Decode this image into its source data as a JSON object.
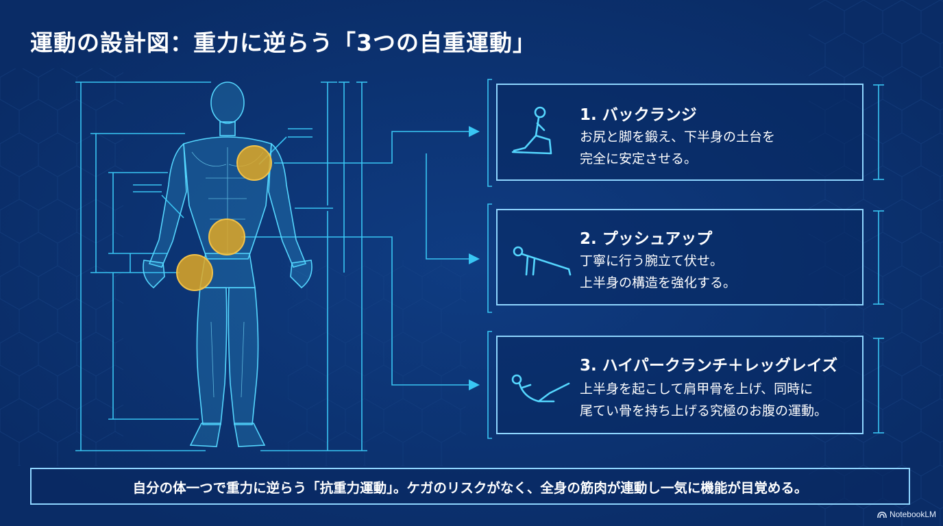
{
  "title": "運動の設計図：重力に逆らう「3つの自重運動」",
  "exercises": [
    {
      "title": "1. バックランジ",
      "desc_line1": "お尻と脚を鍛え、下半身の土台を",
      "desc_line2": "完全に安定させる。",
      "icon": "lunge-icon"
    },
    {
      "title": "2. プッシュアップ",
      "desc_line1": "丁寧に行う腕立て伏せ。",
      "desc_line2": "上半身の構造を強化する。",
      "icon": "pushup-icon"
    },
    {
      "title": "3. ハイパークランチ＋レッグレイズ",
      "desc_line1": "上半身を起こして肩甲骨を上げ、同時に",
      "desc_line2": "尾てい骨を持ち上げる究極のお腹の運動。",
      "icon": "crunch-icon"
    }
  ],
  "footer": "自分の体一つで重力に逆らう「抗重力運動」。ケガのリスクがなく、全身の筋肉が連動し一気に機能が目覚める。",
  "brand": "NotebookLM",
  "colors": {
    "background": "#0b3270",
    "line": "#39c6f4",
    "card_border": "#8fd6ff",
    "highlight": "#e0a824",
    "text": "#ffffff"
  }
}
